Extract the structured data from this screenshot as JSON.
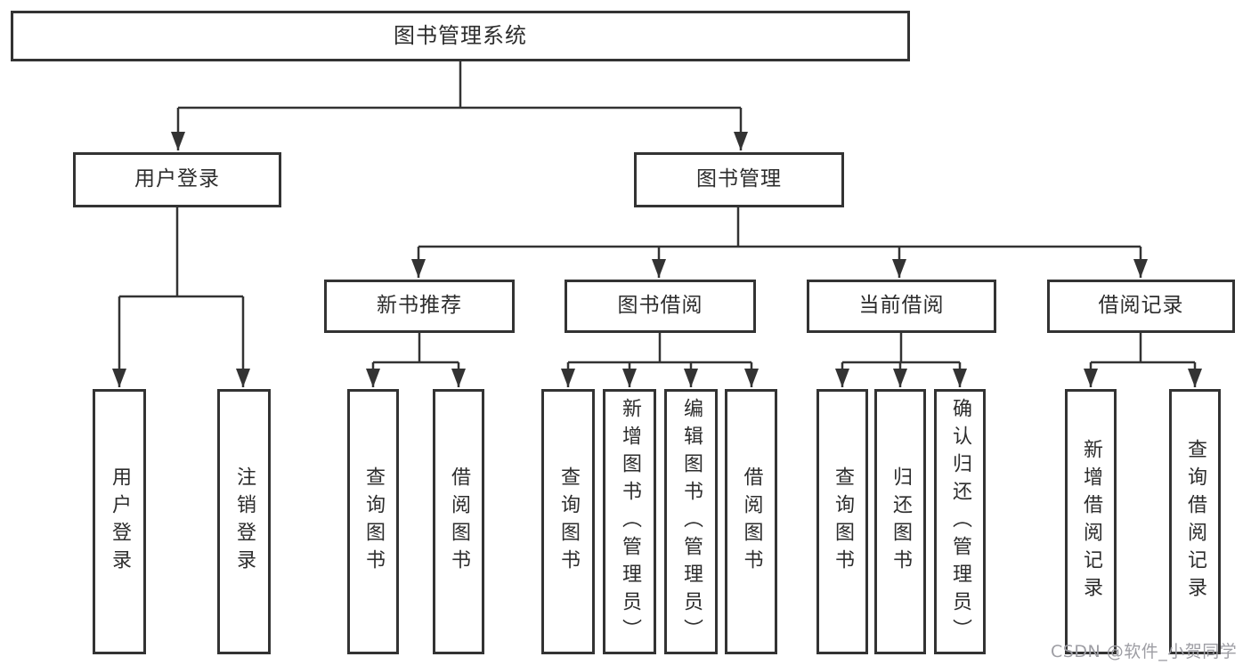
{
  "diagram": {
    "root": {
      "label": "图书管理系统"
    },
    "user_login": {
      "label": "用户登录",
      "children": [
        "用户登录",
        "注销登录"
      ]
    },
    "book_mgmt": {
      "label": "图书管理"
    },
    "modules": [
      {
        "label": "新书推荐",
        "children": [
          "查询图书",
          "借阅图书"
        ]
      },
      {
        "label": "图书借阅",
        "children": [
          "查询图书",
          "新增图书（管理员）",
          "编辑图书（管理员）",
          "借阅图书"
        ]
      },
      {
        "label": "当前借阅",
        "children": [
          "查询图书",
          "归还图书",
          "确认归还（管理员）"
        ]
      },
      {
        "label": "借阅记录",
        "children": [
          "新增借阅记录",
          "查询借阅记录"
        ]
      }
    ],
    "watermark": "CSDN @软件_小贺同学"
  },
  "colors": {
    "line": "#333333",
    "text": "#2d2d2d",
    "watermark": "#9e9ea4",
    "background": "#ffffff"
  }
}
